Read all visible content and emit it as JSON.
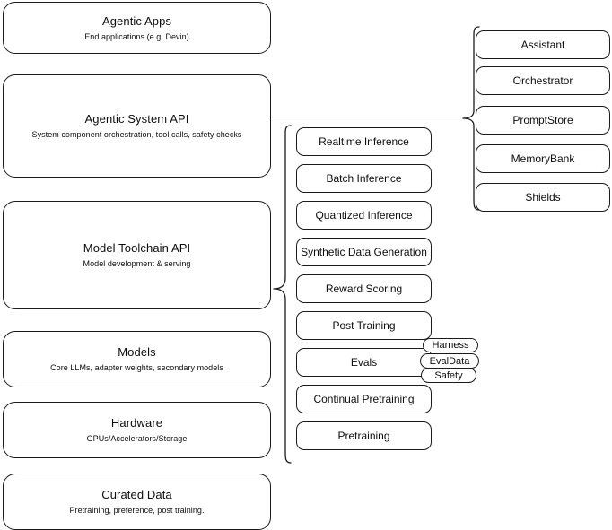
{
  "diagram": {
    "title": "AI Stack Layered Architecture Diagram",
    "stroke_color": "#1b1b1b",
    "background_color": "#ffffff",
    "text_color": "#0d0d0d"
  },
  "stack_layers": [
    {
      "id": "agentic-apps",
      "title": "Agentic Apps",
      "subtitle": "End applications (e.g. Devin)"
    },
    {
      "id": "agentic-system-api",
      "title": "Agentic System API",
      "subtitle": "System component orchestration, tool calls, safety checks"
    },
    {
      "id": "model-toolchain-api",
      "title": "Model Toolchain API",
      "subtitle": "Model development & serving"
    },
    {
      "id": "models",
      "title": "Models",
      "subtitle": "Core LLMs, adapter weights, secondary models"
    },
    {
      "id": "hardware",
      "title": "Hardware",
      "subtitle": "GPUs/Accelerators/Storage"
    },
    {
      "id": "curated-data",
      "title": "Curated Data",
      "subtitle": "Pretraining, preference, post training."
    }
  ],
  "toolchain_components": [
    {
      "id": "realtime-inference",
      "label": "Realtime Inference"
    },
    {
      "id": "batch-inference",
      "label": "Batch Inference"
    },
    {
      "id": "quantized-inference",
      "label": "Quantized Inference"
    },
    {
      "id": "synthetic-data-generation",
      "label": "Synthetic Data Generation"
    },
    {
      "id": "reward-scoring",
      "label": "Reward Scoring"
    },
    {
      "id": "post-training",
      "label": "Post Training"
    },
    {
      "id": "evals",
      "label": "Evals"
    },
    {
      "id": "continual-pretraining",
      "label": "Continual Pretraining"
    },
    {
      "id": "pretraining",
      "label": "Pretraining"
    }
  ],
  "evals_subcomponents": [
    {
      "id": "harness",
      "label": "Harness"
    },
    {
      "id": "evaldata",
      "label": "EvalData"
    },
    {
      "id": "safety",
      "label": "Safety"
    }
  ],
  "agentic_components": [
    {
      "id": "assistant",
      "label": "Assistant"
    },
    {
      "id": "orchestrator",
      "label": "Orchestrator"
    },
    {
      "id": "promptstore",
      "label": "PromptStore"
    },
    {
      "id": "memorybank",
      "label": "MemoryBank"
    },
    {
      "id": "shields",
      "label": "Shields"
    }
  ]
}
